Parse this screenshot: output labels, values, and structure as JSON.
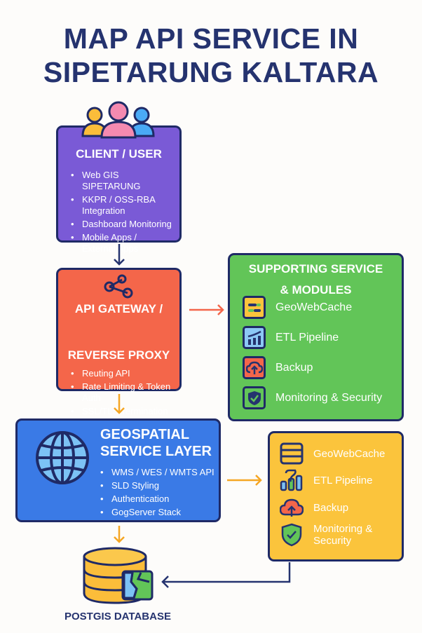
{
  "title": {
    "line1": "MAP API SERVICE IN",
    "line2": "SIPETARUNG KALTARA"
  },
  "client": {
    "icon": "users-icon",
    "title": "CLIENT / USER",
    "items": [
      "Web GIS SIPETARUNG",
      "KKPR / OSS-RBA Integration",
      "Dashboard Monitoring",
      "Mobile Apps / External Apps"
    ]
  },
  "gateway": {
    "icon": "share-nodes-icon",
    "title_line1": "API GATEWAY /",
    "title_line2": "REVERSE PROXY",
    "items": [
      "Reuting API",
      "Rate Limiting & Token Auth",
      "SSL/TLS Termination"
    ]
  },
  "supporting": {
    "title_line1": "SUPPORTING SERVICE",
    "title_line2": "& MODULES",
    "modules": [
      {
        "label": "GeoWebCache",
        "icon": "cache-icon"
      },
      {
        "label": "ETL Pipeline",
        "icon": "chart-icon"
      },
      {
        "label": "Backup",
        "icon": "cloud-upload-icon"
      },
      {
        "label": "Monitoring & Security",
        "icon": "shield-check-icon"
      }
    ]
  },
  "geospatial": {
    "icon": "globe-icon",
    "title_line1": "GEOSPATIAL",
    "title_line2": "SERVICE LAYER",
    "items": [
      "WMS / WES / WMTS API",
      "SLD Styling",
      "Authentication",
      "GogServer Stack"
    ]
  },
  "supporting2": {
    "modules": [
      {
        "label": "GeoWebCache",
        "icon": "server-icon"
      },
      {
        "label": "ETL Pipeline",
        "icon": "pipeline-icon"
      },
      {
        "label": "Backup",
        "icon": "cloud-upload-icon"
      },
      {
        "label": "Monitoring & Security",
        "icon": "shield-check-icon"
      }
    ]
  },
  "database": {
    "icon": "database-map-icon",
    "label": "POSTGIS DATABASE"
  },
  "colors": {
    "navy": "#25336f",
    "client": "#7a5ad6",
    "gateway": "#f4664a",
    "supporting": "#62c558",
    "geospatial": "#3a7ae6",
    "supporting2": "#fbc43c",
    "arrow_orange": "#f4664a",
    "arrow_amber": "#f5a623"
  }
}
